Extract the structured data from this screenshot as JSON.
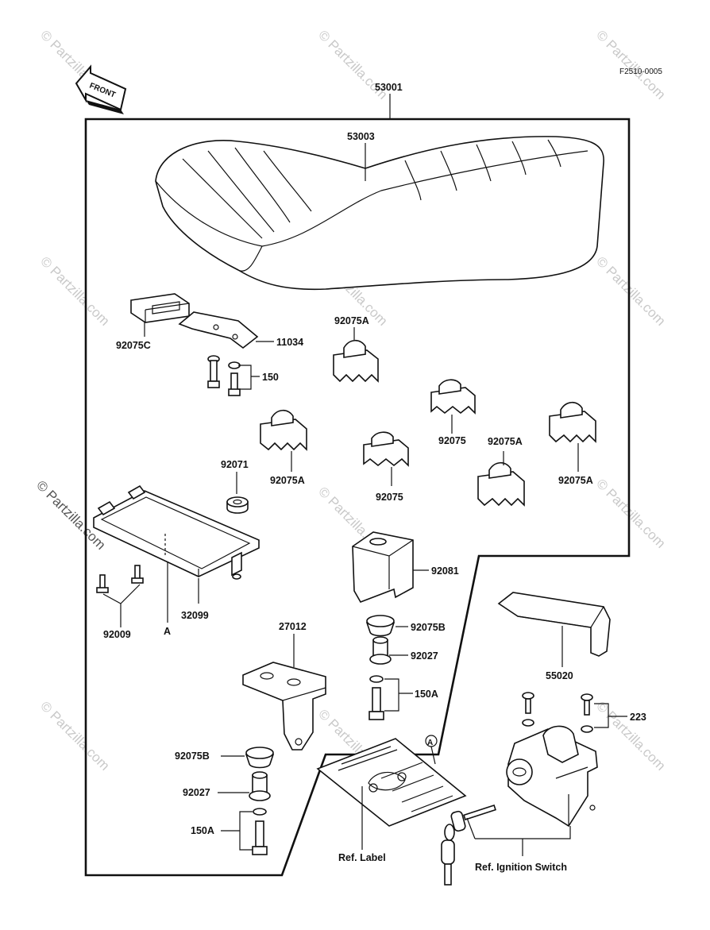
{
  "figure_code": "F2510-0005",
  "front_arrow_text": "FRONT",
  "watermark_text": "© Partzilla.com",
  "labels": {
    "p53001": "53001",
    "p53003": "53003",
    "p92075C": "92075C",
    "p11034": "11034",
    "p150": "150",
    "p92075A_1": "92075A",
    "p92075A_2": "92075A",
    "p92075A_3": "92075A",
    "p92075A_4": "92075A",
    "p92075_1": "92075",
    "p92075_2": "92075",
    "p92071": "92071",
    "p32099": "32099",
    "p92009": "92009",
    "pA_1": "A",
    "p92081": "92081",
    "p92075B_1": "92075B",
    "p92027_1": "92027",
    "p150A_1": "150A",
    "p27012": "27012",
    "p92075B_2": "92075B",
    "p92027_2": "92027",
    "p150A_2": "150A",
    "p55020": "55020",
    "p223": "223",
    "pA_2": "A",
    "ref_label": "Ref. Label",
    "ref_ignition": "Ref. Ignition Switch"
  }
}
